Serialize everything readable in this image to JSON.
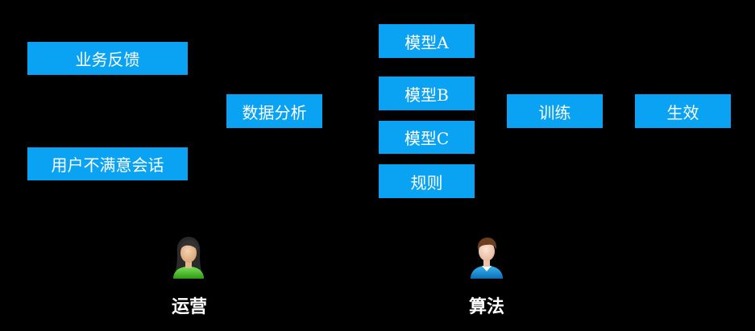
{
  "colors": {
    "background": "#000000",
    "box_fill": "#0aa2f2",
    "box_text": "#ffffff"
  },
  "inputs": {
    "business_feedback": "业务反馈",
    "user_complaint": "用户不满意会话"
  },
  "analysis": {
    "label": "数据分析"
  },
  "models": {
    "model_a": "模型A",
    "model_b": "模型B",
    "model_c": "模型C",
    "rules": "规则"
  },
  "pipeline": {
    "training": "训练",
    "effective": "生效"
  },
  "roles": {
    "operations": {
      "label": "运营",
      "icon": "female-user-icon"
    },
    "algorithm": {
      "label": "算法",
      "icon": "male-user-icon"
    }
  }
}
